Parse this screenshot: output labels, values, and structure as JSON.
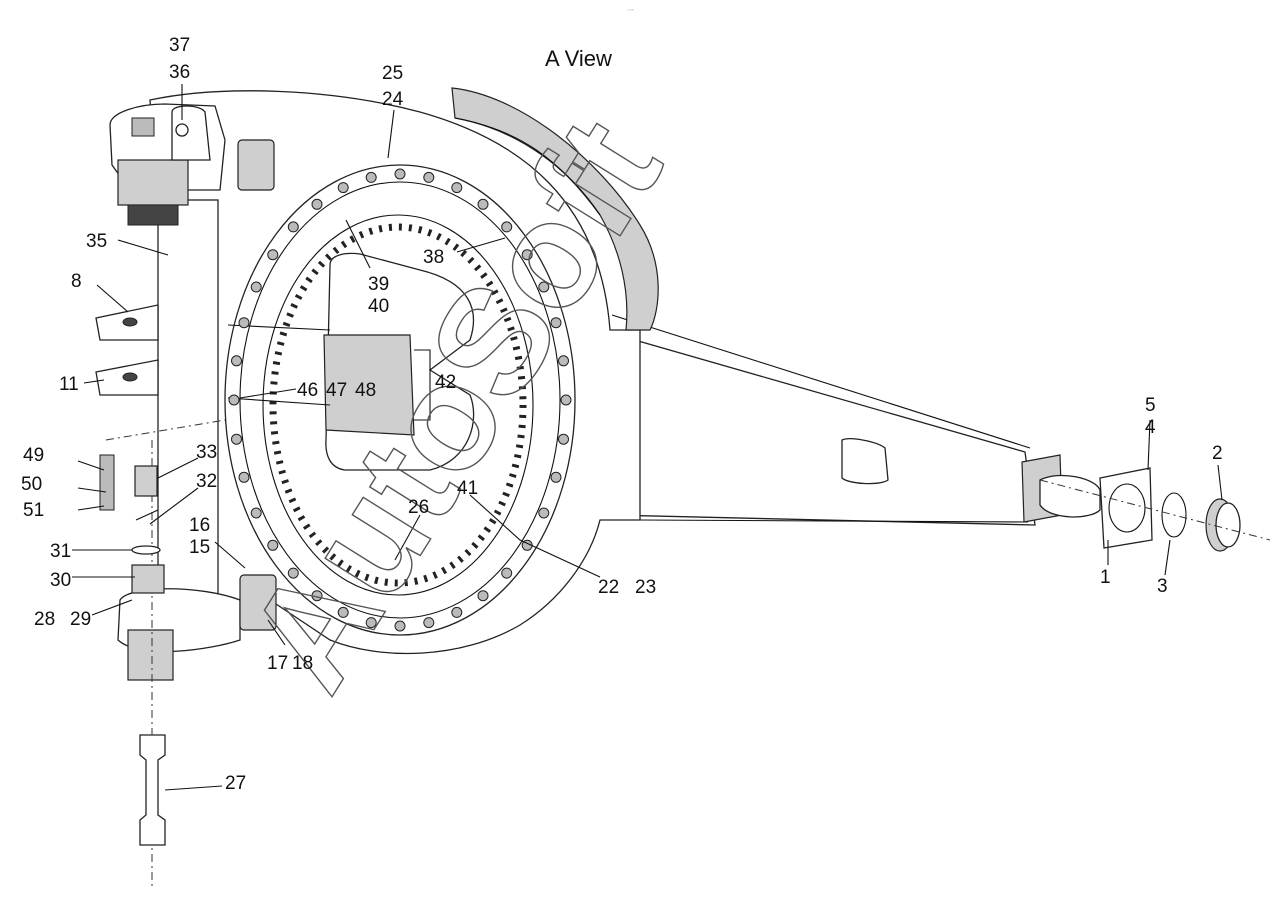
{
  "header": {
    "corner_mark": "▫ ▫▫▫"
  },
  "diagram": {
    "title": "A View",
    "watermark": "AutoSoft",
    "callouts": [
      "37",
      "36",
      "25",
      "24",
      "35",
      "8",
      "11",
      "38",
      "39",
      "40",
      "46",
      "47",
      "48",
      "42",
      "49",
      "50",
      "51",
      "33",
      "32",
      "16",
      "15",
      "31",
      "30",
      "28",
      "29",
      "41",
      "26",
      "22",
      "23",
      "17",
      "18",
      "27",
      "5",
      "4",
      "2",
      "1",
      "3"
    ]
  }
}
